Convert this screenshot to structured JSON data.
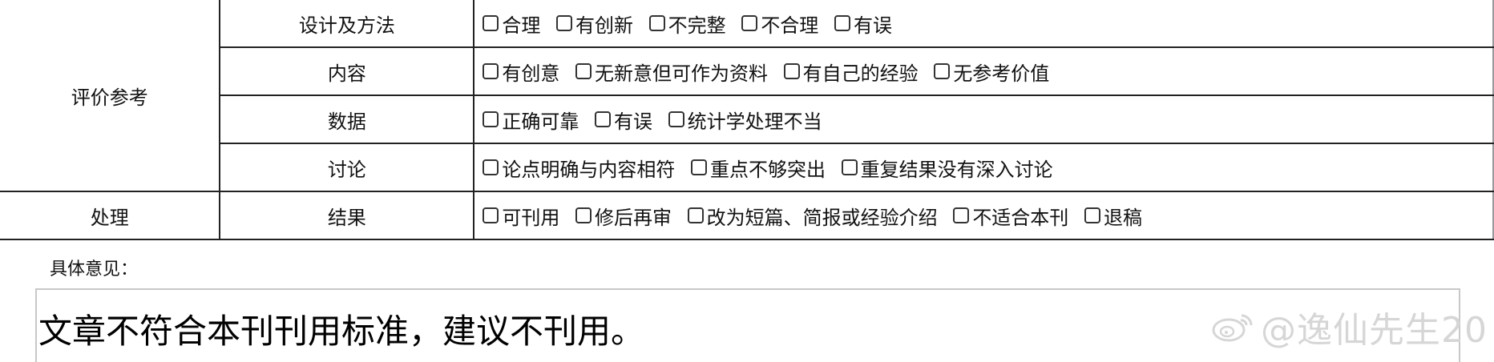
{
  "evaluation": {
    "category": "评价参考",
    "rows": [
      {
        "label": "设计及方法",
        "options": [
          "合理",
          "有创新",
          "不完整",
          "不合理",
          "有误"
        ]
      },
      {
        "label": "内容",
        "options": [
          "有创意",
          "无新意但可作为资料",
          "有自己的经验",
          "无参考价值"
        ]
      },
      {
        "label": "数据",
        "options": [
          "正确可靠",
          "有误",
          "统计学处理不当"
        ]
      },
      {
        "label": "讨论",
        "options": [
          "论点明确与内容相符",
          "重点不够突出",
          "重复结果没有深入讨论"
        ]
      }
    ]
  },
  "handling": {
    "category": "处理",
    "label": "结果",
    "options": [
      "可刊用",
      "修后再审",
      "改为短篇、简报或经验介绍",
      "不适合本刊",
      "退稿"
    ]
  },
  "remarks": {
    "label": "具体意见：",
    "text": "文章不符合本刊刊用标准，建议不刊用。"
  },
  "watermark": {
    "icon": "weibo-icon",
    "text": "@逸仙先生20"
  }
}
